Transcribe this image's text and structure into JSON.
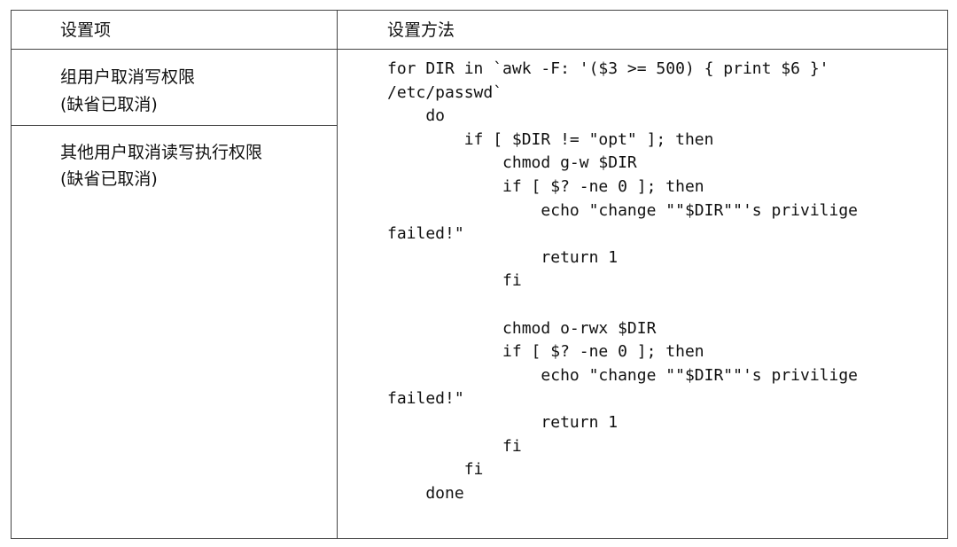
{
  "table": {
    "header": {
      "item": "设置项",
      "method": "设置方法"
    },
    "rows": [
      {
        "title": "组用户取消写权限",
        "note": "(缺省已取消)"
      },
      {
        "title": "其他用户取消读写执行权限",
        "note": "(缺省已取消)"
      }
    ],
    "code": "for DIR in `awk -F: '($3 >= 500) { print $6 }'\n/etc/passwd`\n    do\n        if [ $DIR != \"opt\" ]; then\n            chmod g-w $DIR\n            if [ $? -ne 0 ]; then\n                echo \"change \"\"$DIR\"\"'s privilige\nfailed!\"\n                return 1\n            fi\n\n            chmod o-rwx $DIR\n            if [ $? -ne 0 ]; then\n                echo \"change \"\"$DIR\"\"'s privilige\nfailed!\"\n                return 1\n            fi\n        fi\n    done"
  }
}
